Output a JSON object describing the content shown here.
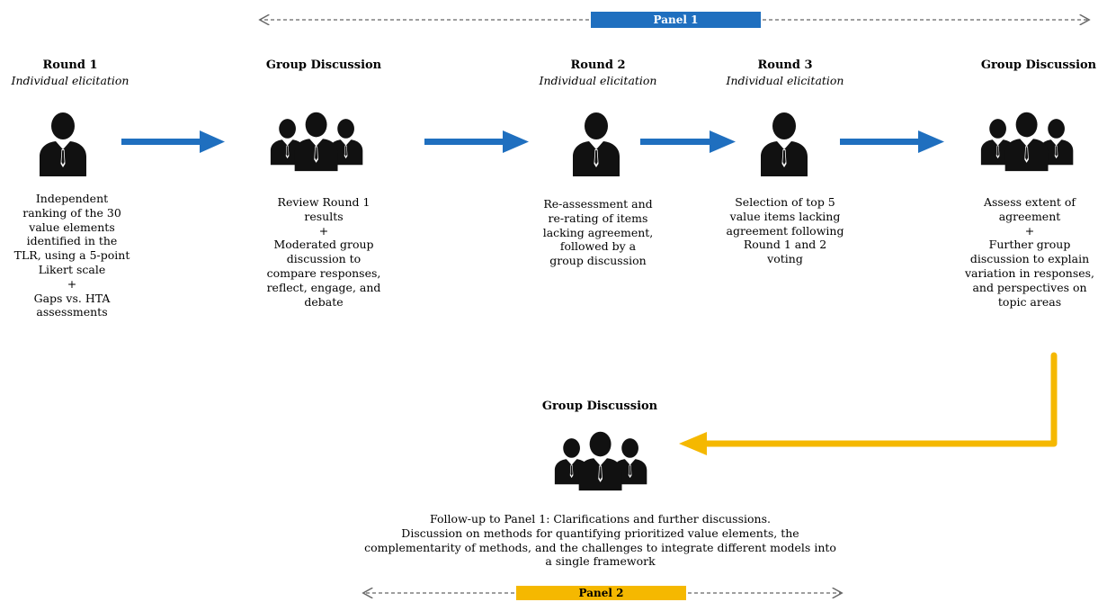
{
  "panel1": {
    "label": "Panel 1",
    "color": "#1f6fbf"
  },
  "panel2": {
    "label": "Panel 2",
    "color": "#f5b800"
  },
  "steps": [
    {
      "title": "Round 1",
      "subtitle": "Individual elicitation",
      "icon": "single-person-icon",
      "description": "Independent\nranking of the 30\nvalue elements\nidentified in the\nTLR, using a 5-point\nLikert scale\n+\nGaps vs. HTA\nassessments"
    },
    {
      "title": "Group Discussion",
      "subtitle": "",
      "icon": "group-icon",
      "description": "Review Round 1\nresults\n+\nModerated group\ndiscussion to\ncompare responses,\nreflect, engage, and\ndebate"
    },
    {
      "title": "Round 2",
      "subtitle": "Individual elicitation",
      "icon": "single-person-icon",
      "description": "Re-assessment and\nre-rating of items\nlacking agreement,\nfollowed by a\ngroup discussion"
    },
    {
      "title": "Round 3",
      "subtitle": "Individual elicitation",
      "icon": "single-person-icon",
      "description": "Selection of top 5\nvalue items lacking\nagreement following\nRound 1 and 2\nvoting"
    },
    {
      "title": "Group Discussion",
      "subtitle": "",
      "icon": "group-icon",
      "description": "Assess extent of\nagreement\n+\nFurther group\ndiscussion to explain\nvariation in responses,\nand perspectives on\ntopic areas"
    }
  ],
  "panel2_step": {
    "title": "Group Discussion",
    "icon": "group-icon",
    "description": "Follow-up to Panel 1: Clarifications and further discussions.\nDiscussion on methods for quantifying prioritized value elements, the\ncomplementarity of methods, and the challenges to integrate different models into\na single framework"
  },
  "colors": {
    "arrow_blue": "#1f6fbf",
    "arrow_yellow": "#f5b800",
    "icon": "#111111"
  }
}
